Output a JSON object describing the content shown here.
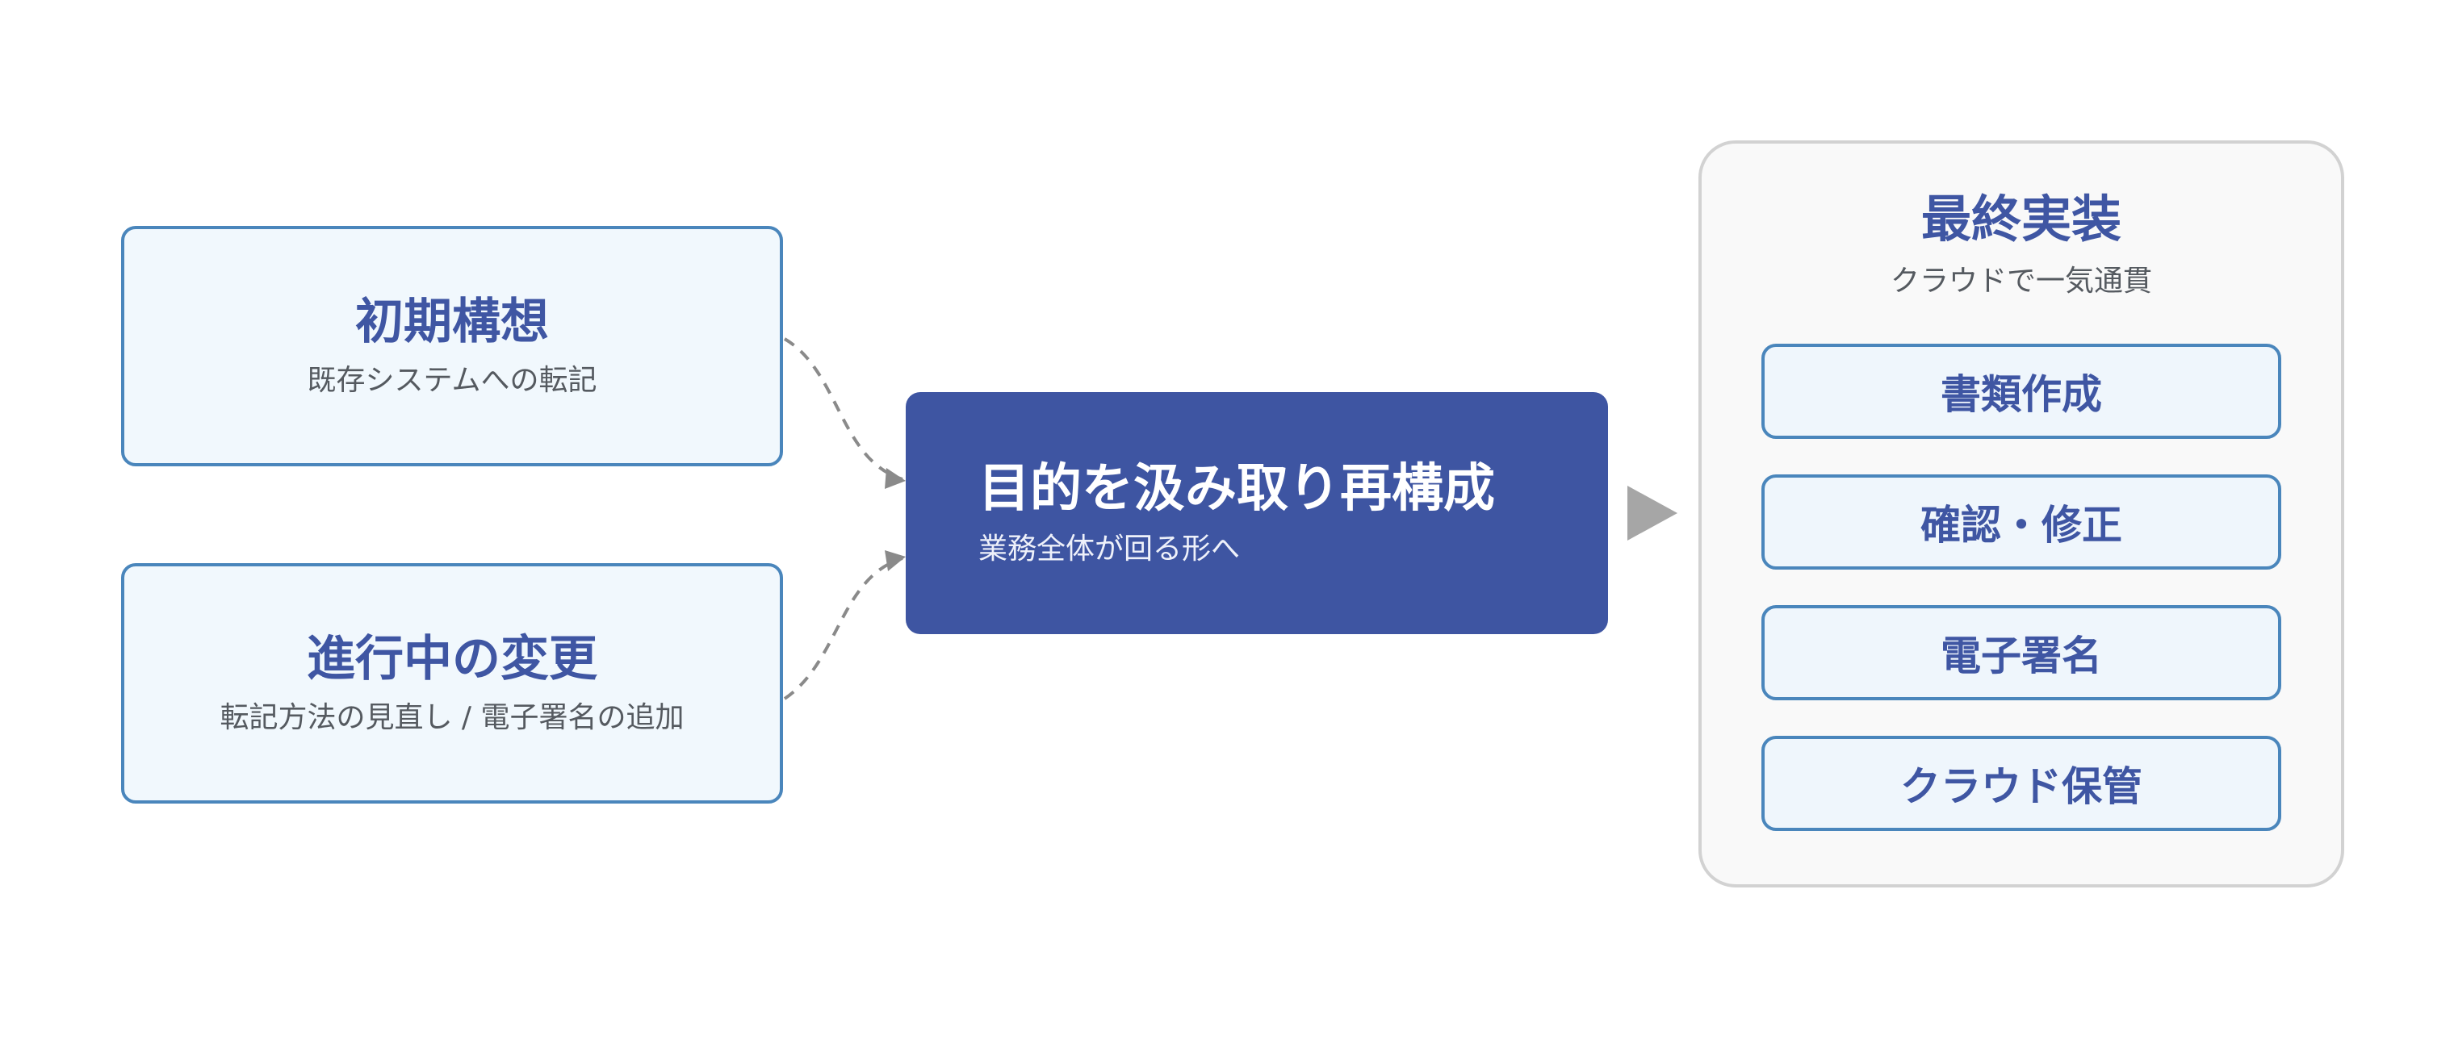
{
  "inputs": {
    "initial": {
      "title": "初期構想",
      "subtitle": "既存システムへの転記"
    },
    "change": {
      "title": "進行中の変更",
      "subtitle": "転記方法の見直し / 電子署名の追加"
    }
  },
  "center": {
    "title": "目的を汲み取り再構成",
    "subtitle": "業務全体が回る形へ"
  },
  "final": {
    "title": "最終実装",
    "subtitle": "クラウドで一気通貫",
    "steps": [
      "書類作成",
      "確認・修正",
      "電子署名",
      "クラウド保管"
    ]
  },
  "colors": {
    "accent": "#3e55a2",
    "box_border": "#4a86bc",
    "box_fill": "#f1f8fd",
    "connector": "#8a8a8a",
    "panel_border": "#d2d2d2"
  }
}
